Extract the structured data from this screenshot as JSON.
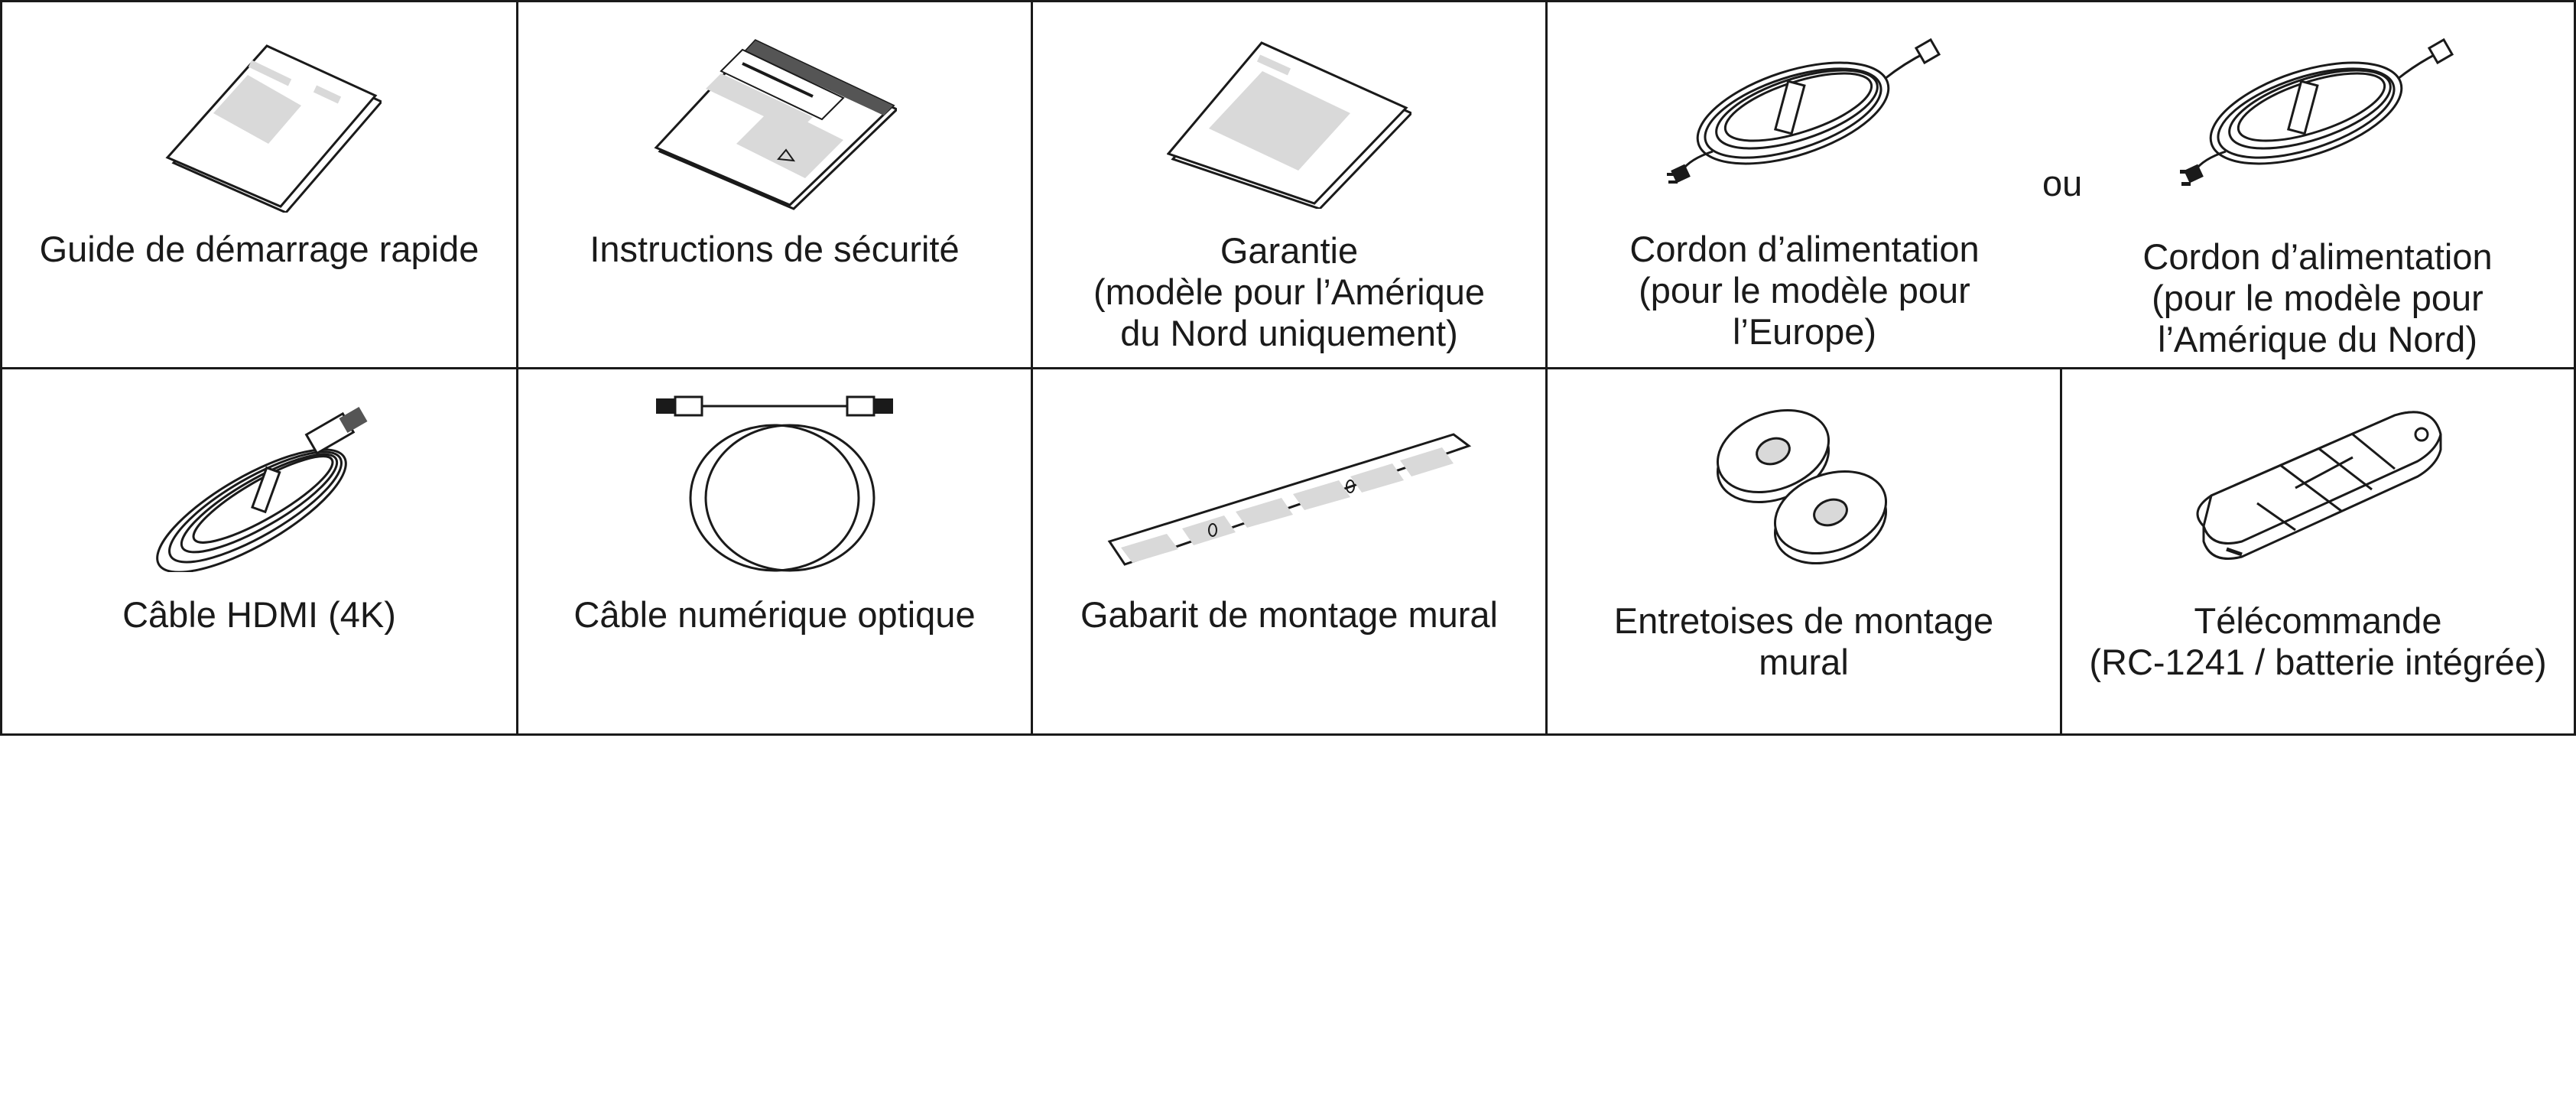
{
  "items": {
    "quick_start": {
      "caption": "Guide de démarrage rapide",
      "icon": "booklet-icon"
    },
    "safety": {
      "caption": "Instructions de sécurité",
      "icon": "safety-sheet-icon"
    },
    "warranty": {
      "caption": "Garantie\n(modèle pour l’Amérique\ndu Nord uniquement)",
      "icon": "warranty-booklet-icon"
    },
    "power_cord": {
      "europe_caption": "Cordon d’alimentation\n(pour le modèle pour\nl’Europe)",
      "na_caption": "Cordon d’alimentation\n(pour le modèle pour\nl’Amérique du Nord)",
      "separator": "ou",
      "icon": "power-cord-icon"
    },
    "hdmi": {
      "caption": "Câble HDMI (4K)",
      "icon": "hdmi-cable-icon"
    },
    "optical": {
      "caption": "Câble numérique optique",
      "icon": "optical-cable-icon"
    },
    "template": {
      "caption": "Gabarit de montage mural",
      "icon": "wall-template-icon"
    },
    "spacers": {
      "caption": "Entretoises de montage\nmural",
      "icon": "spacers-icon"
    },
    "remote": {
      "caption": "Télécommande\n(RC-1241 / batterie intégrée)",
      "icon": "remote-icon"
    }
  },
  "colors": {
    "line": "#1a1a1a",
    "fill_gray": "#d9d9d9"
  }
}
